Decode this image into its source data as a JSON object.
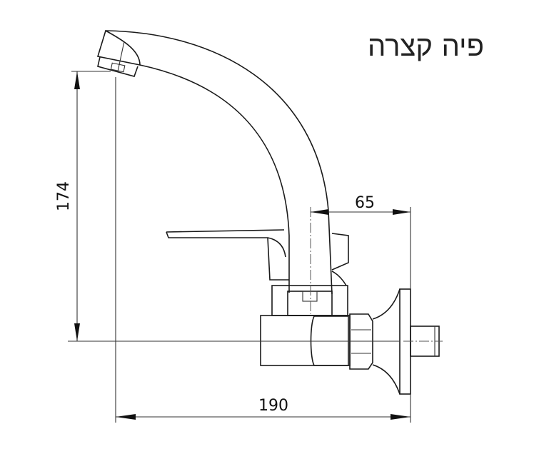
{
  "title": "פיה קצרה",
  "dimensions": {
    "height": "174",
    "offset": "65",
    "length": "190"
  },
  "colors": {
    "line": "#1a1a1a",
    "background": "#ffffff"
  }
}
